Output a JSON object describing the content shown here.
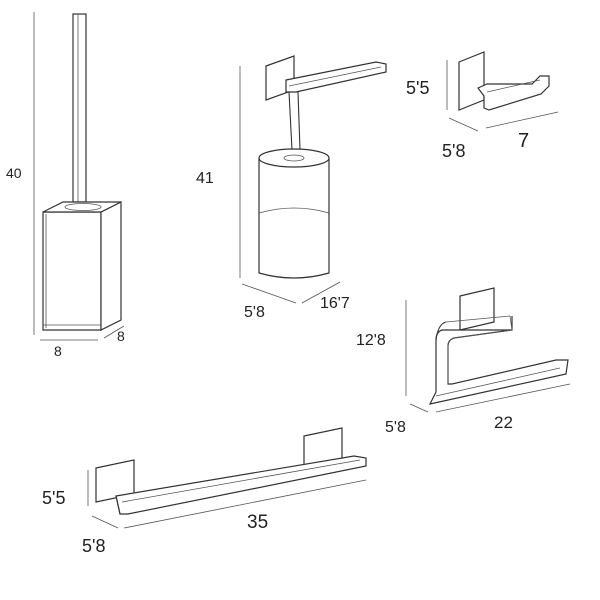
{
  "products": {
    "toilet_brush": {
      "height": "40",
      "width": "8",
      "depth": "8"
    },
    "paper_holder": {
      "height": "41",
      "width": "5'8",
      "depth": "16'7"
    },
    "robe_hook": {
      "height": "5'5",
      "depth": "5'8",
      "width": "7"
    },
    "towel_ring": {
      "height": "12'8",
      "depth": "5'8",
      "width": "22"
    },
    "towel_bar": {
      "height": "5'5",
      "depth": "5'8",
      "width": "35"
    }
  }
}
